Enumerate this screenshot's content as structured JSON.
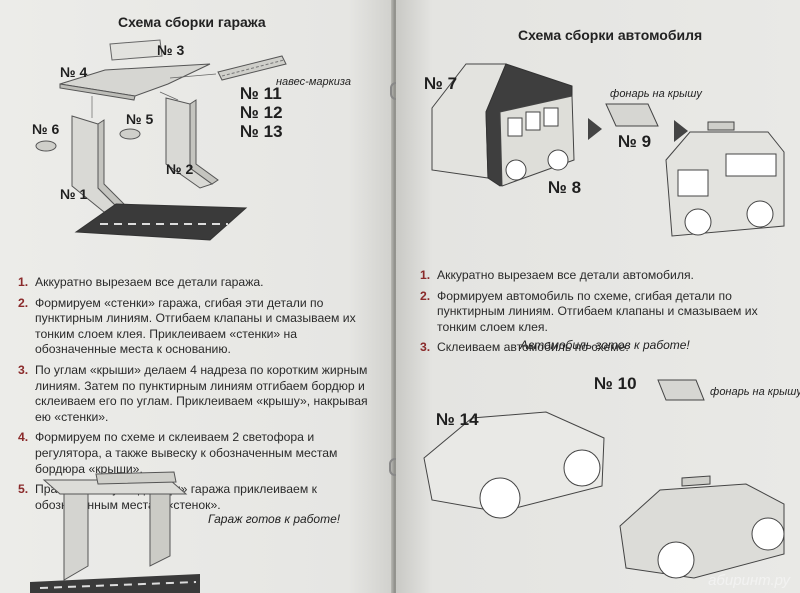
{
  "left_page": {
    "title": "Схема сборки гаража",
    "labels": {
      "n1": "№ 1",
      "n2": "№ 2",
      "n3": "№ 3",
      "n4": "№ 4",
      "n5": "№ 5",
      "n6": "№ 6",
      "n11": "№ 11",
      "n12": "№ 12",
      "n13": "№ 13",
      "awning": "навес-маркиза"
    },
    "steps": [
      {
        "num": "1.",
        "text": "Аккуратно вырезаем все детали гаража."
      },
      {
        "num": "2.",
        "text": "Формируем «стенки» гаража, сгибая эти детали по пунктирным линиям. Отгибаем клапаны и смазываем их тонким слоем клея. Приклеиваем «стенки» на обозначенные места к основанию."
      },
      {
        "num": "3.",
        "text": "По углам «крыши» делаем 4 надреза по коротким жирным линиям. Затем по пунктирным линиям отгибаем бордюр и склеиваем его по углам. Приклеиваем «крышу», накрывая ею «стенки»."
      },
      {
        "num": "4.",
        "text": "Формируем по схеме и склеиваем 2 светофора и регулятора, а также вывеску к обозначенным местам бордюра «крыши»."
      },
      {
        "num": "5.",
        "text": "Правую и левую «дверцы» гаража приклеиваем к обозначенным местам «стенок»."
      }
    ],
    "ready_text": "Гараж готов к работе!"
  },
  "right_page": {
    "title": "Схема сборки автомобиля",
    "labels": {
      "n7": "№ 7",
      "n8": "№ 8",
      "n9": "№ 9",
      "n10": "№ 10",
      "n14": "№ 14",
      "roof_light_1": "фонарь на крышу",
      "roof_light_2": "фонарь на крышу"
    },
    "steps": [
      {
        "num": "1.",
        "text": "Аккуратно вырезаем все детали автомобиля."
      },
      {
        "num": "2.",
        "text": "Формируем автомобиль по схеме, сгибая детали по пунктирным линиям. Отгибаем клапаны и смазываем их тонким слоем клея."
      },
      {
        "num": "3.",
        "text": "Склеиваем автомобиль по схеме."
      }
    ],
    "ready_text": "Автомобиль готов к работе!"
  },
  "watermark": "абиринт.ру"
}
